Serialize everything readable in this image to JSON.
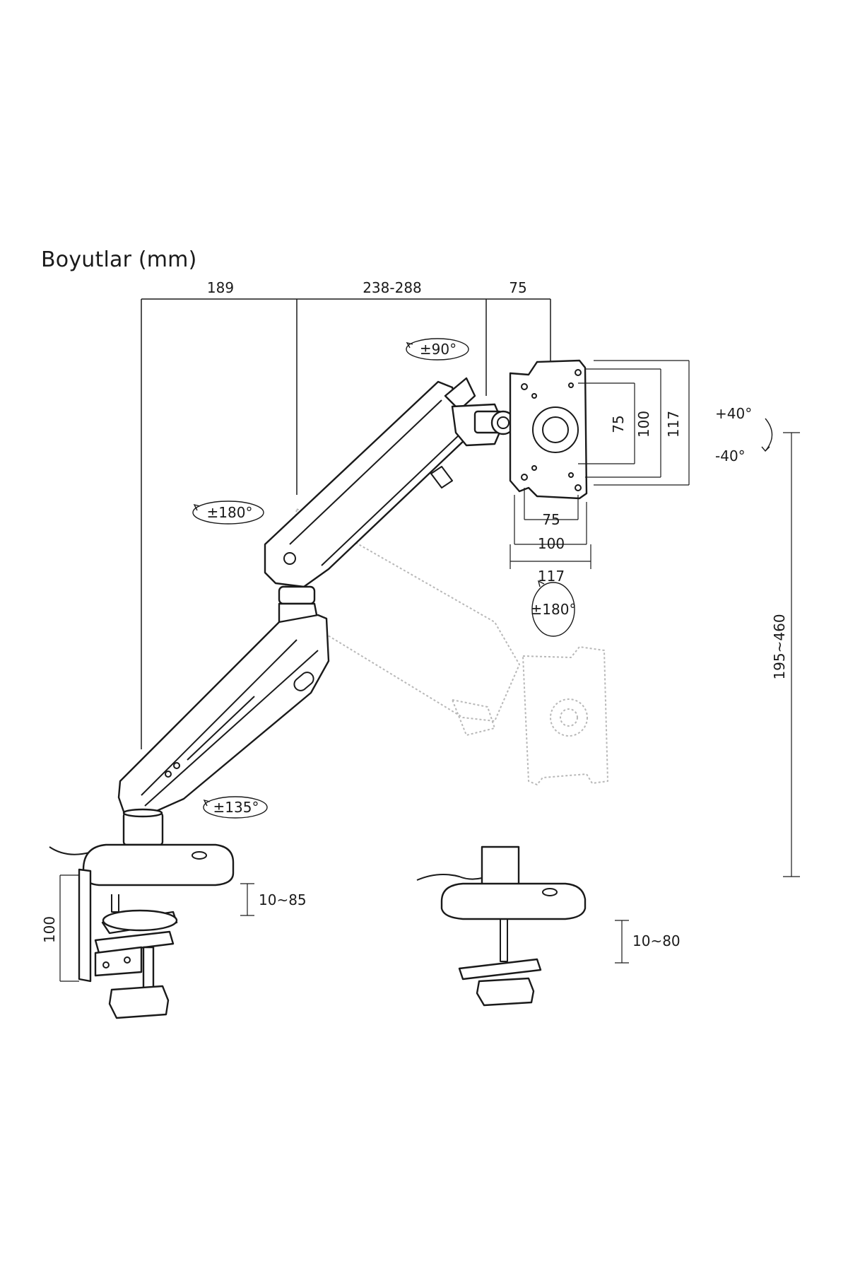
{
  "title": "Boyutlar (mm)",
  "dimensions": {
    "top_left": "189",
    "top_middle": "238-288",
    "top_right": "75",
    "vesa_h_small": "75",
    "vesa_h_mid": "100",
    "vesa_h_large": "117",
    "vesa_v_small": "75",
    "vesa_v_mid": "100",
    "vesa_v_large": "117",
    "height_range": "195~460",
    "clamp_thickness_left": "10~85",
    "clamp_thickness_right": "10~80",
    "clamp_height": "100"
  },
  "rotations": {
    "monitor_swivel": "±90°",
    "tilt_up": "+40°",
    "tilt_down": "-40°",
    "elbow": "±180°",
    "monitor_rotate": "±180°",
    "base": "±135°"
  }
}
